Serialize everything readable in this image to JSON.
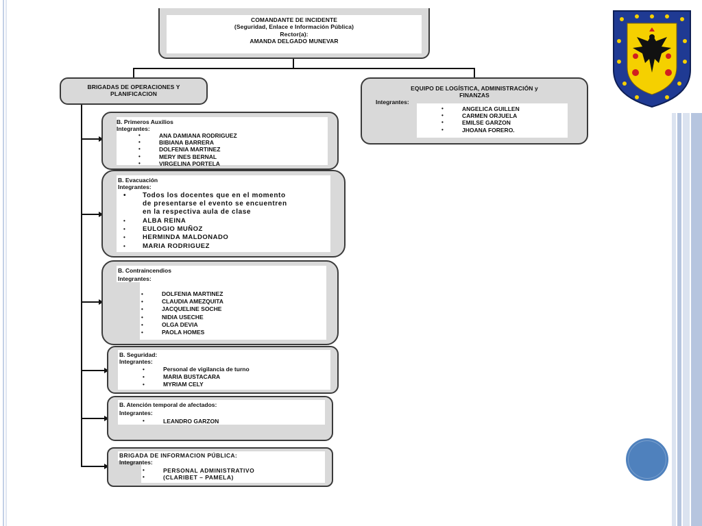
{
  "commander": {
    "lines": [
      "COMANDANTE DE INCIDENTE",
      "(Seguridad, Enlace e Información Pública)",
      "Rector(a):",
      "AMANDA DELGADO MUNEVAR"
    ]
  },
  "brigadas_header": {
    "lines": [
      "BRIGADAS DE OPERACIONES Y",
      "PLANIFICACION"
    ]
  },
  "logistics": {
    "title_lines": [
      "EQUIPO DE LOGÍSTICA, ADMINISTRACIÓN y",
      "FINANZAS"
    ],
    "integrantes": "Integrantes:",
    "members": [
      "ANGELICA GUILLEN",
      "CARMEN ORJUELA",
      "EMILSE GARZON",
      "JHOANA FORERO."
    ]
  },
  "primeros_auxilios": {
    "title": "B. Primeros Auxilios",
    "integrantes": "Integrantes:",
    "members": [
      "ANA DAMIANA RODRIGUEZ",
      "BIBIANA BARRERA",
      "DOLFENIA MARTINEZ",
      "MERY INES BERNAL",
      "VIRGELINA PORTELA"
    ]
  },
  "evacuacion": {
    "title": "B. Evacuación",
    "integrantes": "Integrantes:",
    "intro_lines": [
      "Todos los docentes que en el momento",
      "de presentarse el evento se encuentren",
      "en la respectiva aula de clase"
    ],
    "members": [
      "ALBA REINA",
      "EULOGIO MUÑOZ",
      "HERMINDA MALDONADO",
      "MARIA RODRIGUEZ"
    ]
  },
  "contraincendios": {
    "title": "B. Contraincendios",
    "integrantes": "Integrantes:",
    "members": [
      "DOLFENIA MARTINEZ",
      "CLAUDIA AMEZQUITA",
      "JACQUELINE SOCHE",
      "NIDIA USECHE",
      "OLGA DEVIA",
      "PAOLA HOMES"
    ]
  },
  "seguridad": {
    "title": "B. Seguridad:",
    "integrantes": "Integrantes:",
    "members": [
      "Personal de vigilancia de turno",
      "MARIA BUSTACARA",
      "MYRIAM CELY"
    ]
  },
  "atencion": {
    "title": "B. Atención temporal de afectados:",
    "integrantes": "Integrantes:",
    "members": [
      "LEANDRO GARZON"
    ]
  },
  "informacion": {
    "title": "BRIGADA DE INFORMACION PÚBLICA:",
    "integrantes": "Integrantes:",
    "members": [
      "PERSONAL ADMINISTRATIVO",
      "(CLARIBET – PAMELA)"
    ]
  },
  "colors": {
    "box_fill": "#d9d9d9",
    "box_border": "#3a3a3a",
    "accent_circle": "#4f81bd",
    "shield_blue": "#1f3a93",
    "shield_yellow": "#f5d000",
    "shield_red": "#d11f1f"
  },
  "icons": {
    "coat_of_arms": "bogota-coat-of-arms-icon",
    "decor_circle": "decorative-circle-icon"
  }
}
